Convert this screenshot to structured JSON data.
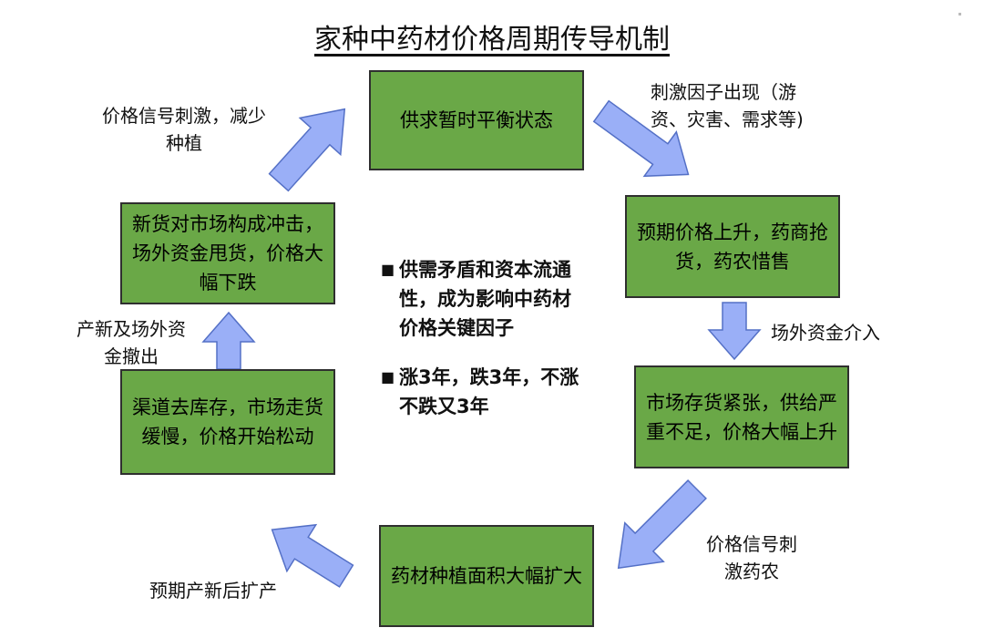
{
  "title": "家种中药材价格周期传导机制",
  "boxes": {
    "balance": "供求暂时平衡状态",
    "expect_rise": "预期价格上升，药商抢货，药农惜售",
    "shortage": "市场存货紧张，供给严重不足，价格大幅上升",
    "expand": "药材种植面积大幅扩大",
    "destock": "渠道去库存，市场走货缓慢，价格开始松动",
    "impact": "新货对市场构成冲击，场外资金甩货，价格大幅下跌"
  },
  "labels": {
    "stimulus_line1": "刺激因子出现（游",
    "stimulus_line2": "资、灾害、需求等)",
    "outside_funds": "场外资金介入",
    "signal_line1": "价格信号刺",
    "signal_line2": "激药农",
    "expect_expand": "预期产新后扩产",
    "withdraw_line1": "产新及场外资",
    "withdraw_line2": "金撤出",
    "reduce_line1": "价格信号刺激，减少",
    "reduce_line2": "种植"
  },
  "center": {
    "point1": "供需矛盾和资本流通性，成为影响中药材价格关键因子",
    "point2": "涨3年，跌3年，不涨不跌又3年"
  },
  "colors": {
    "box_fill": "#6aa847",
    "arrow_fill": "#9aaff7",
    "arrow_stroke": "#5470c6"
  }
}
